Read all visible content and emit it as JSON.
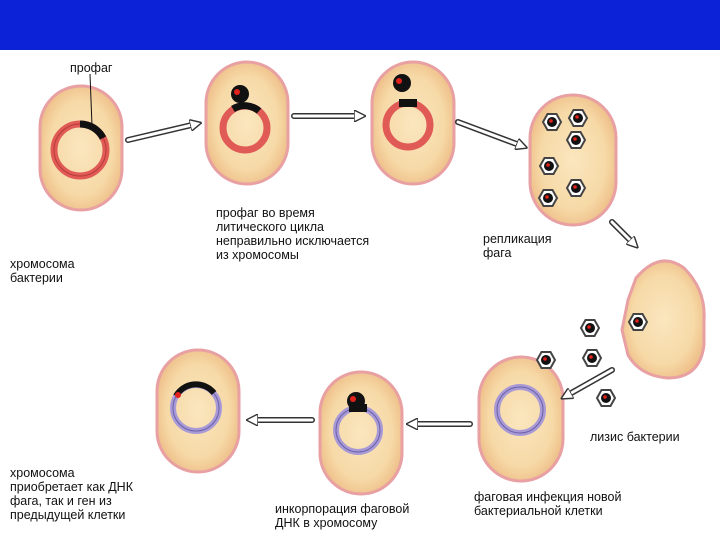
{
  "header": {
    "background": "#0b22d6"
  },
  "colors": {
    "cell_fill": "#f8dfb0",
    "cell_edge": "#e8a0a2",
    "cell_inner": "#f6d49a",
    "bacterial_dna": "#e05a56",
    "new_cell_dna": "#a89ad6",
    "phage_dna": "#111111",
    "phage_marker": "#e2211c",
    "arrow": "#ffffff"
  },
  "labels": {
    "prophage": "профаг",
    "bacterial_chromosome": "хромосома\nбактерии",
    "excision_error": "профаг во время\nлитического цикла\nнеправильно исключается\nиз хромосомы",
    "phage_replication": "репликация\nфага",
    "cell_lysis": "лизис бактерии",
    "new_infection": "фаговая инфекция новой\nбактериальной клетки",
    "incorporation": "инкорпорация фаговой\nДНК в хромосому",
    "result": "хромосома\nприобретает как ДНК\nфага, так и ген из\nпредыдущей клетки"
  }
}
